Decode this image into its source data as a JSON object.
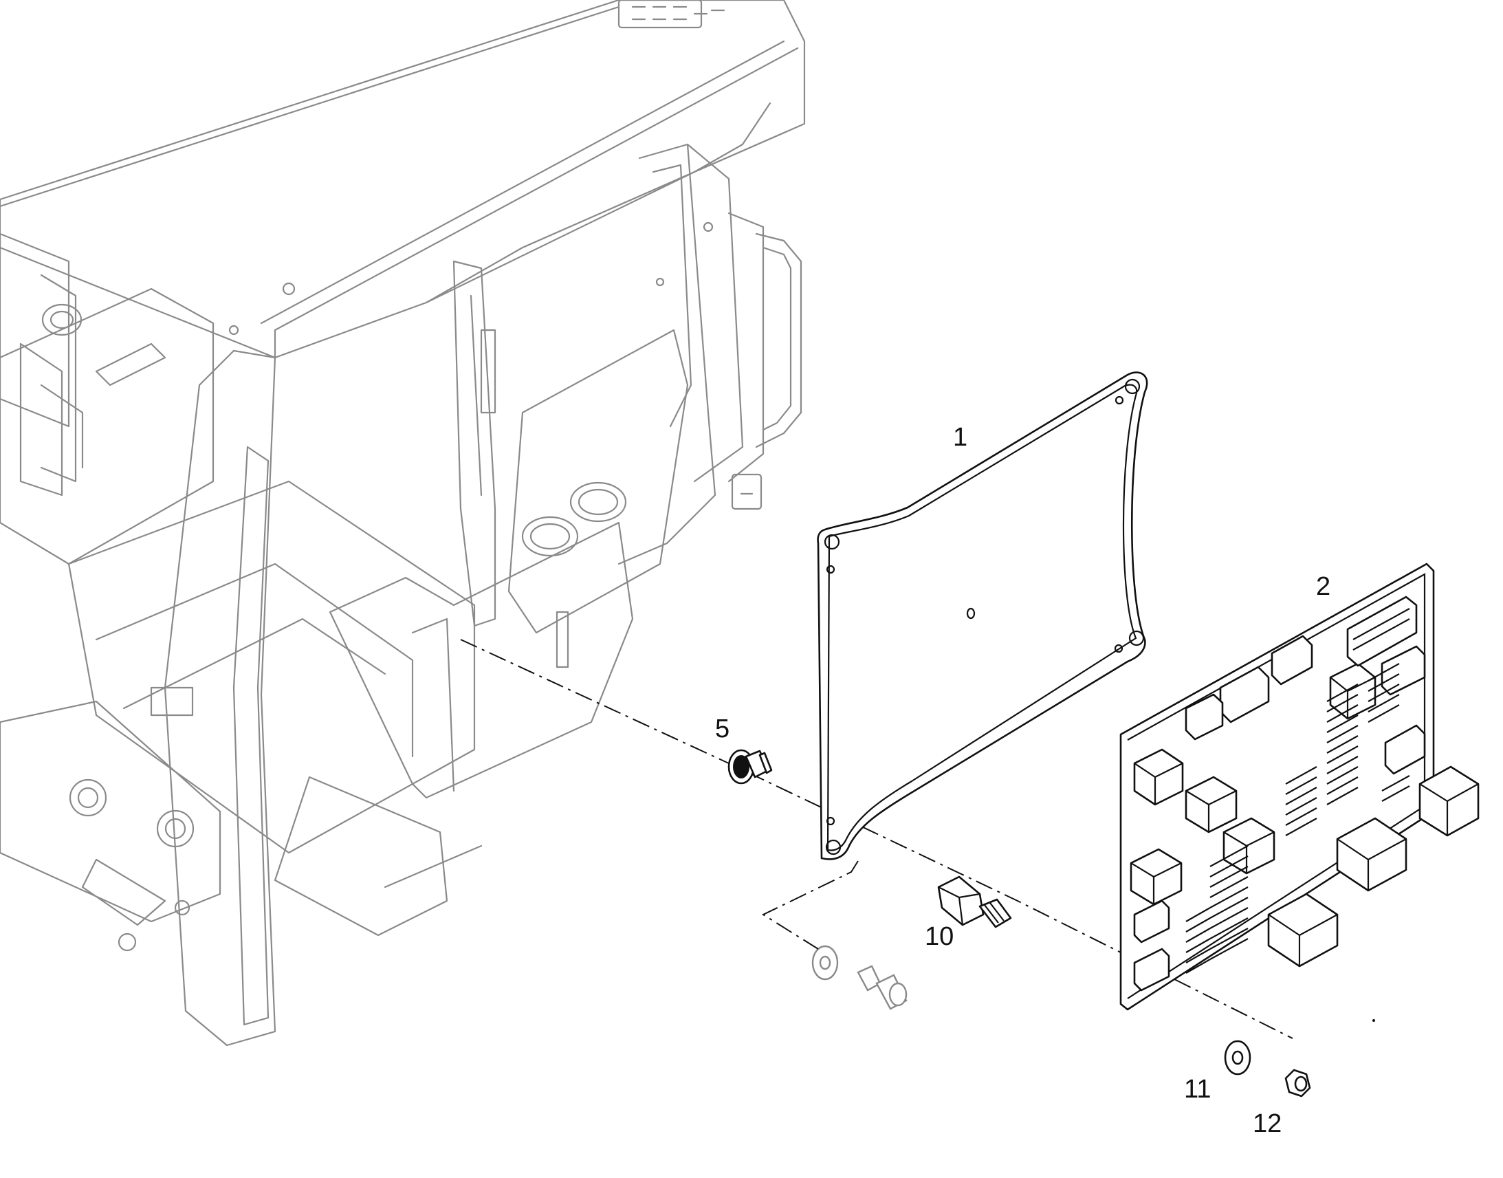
{
  "callouts": {
    "c1": "1",
    "c2": "2",
    "c5": "5",
    "c10": "10",
    "c11": "11",
    "c12": "12"
  },
  "colors": {
    "part_stroke": "#111111",
    "context_stroke": "#8a8a8a",
    "background": "#ffffff"
  }
}
